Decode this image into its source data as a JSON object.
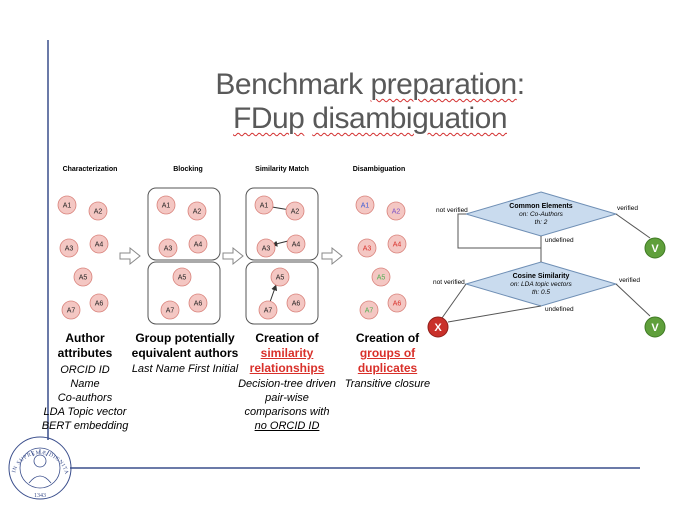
{
  "title": {
    "line1_a": "Benchmark ",
    "line1_b": "preparation",
    "line1_c": ":",
    "line2_a": "FDup",
    "line2_b": " ",
    "line2_c": "disambiguation"
  },
  "stages": [
    "Characterization",
    "Blocking",
    "Similarity Match",
    "Disambiguation"
  ],
  "nodes": [
    "A1",
    "A2",
    "A3",
    "A4",
    "A5",
    "A6",
    "A7"
  ],
  "captions": {
    "characterization": {
      "title_l1": "Author",
      "title_l2": "attributes",
      "items": [
        "ORCID ID",
        "Name",
        "Co-authors",
        "LDA Topic vector",
        "BERT embedding"
      ]
    },
    "blocking": {
      "title_l1": "Group potentially",
      "title_l2": "equivalent authors",
      "sub": "Last Name First Initial"
    },
    "similarity": {
      "title_l1": "Creation of",
      "title_l2": "similarity",
      "title_l3": "relationships",
      "sub1": "Decision-tree driven",
      "sub2": "pair-wise",
      "sub3": "comparisons with",
      "sub4": "no ORCID ID"
    },
    "disambiguation": {
      "title_l1": "Creation of",
      "title_l2": "groups of",
      "title_l3": "duplicates",
      "sub": "Transitive closure"
    }
  },
  "decision_tree": {
    "node1_title": "Common Elements",
    "node1_l2": "on: Co-Authors",
    "node1_l3": "th: 2",
    "node2_title": "Cosine Similarity",
    "node2_l2": "on: LDA topic vectors",
    "node2_l3": "th: 0.5",
    "not_verified": "not verified",
    "verified": "verified",
    "undefined": "undefined",
    "yes": "V",
    "no": "X"
  },
  "colors": {
    "node_fill": "#f4c7c3",
    "node_stroke": "#d9827b",
    "diamond_fill": "#c9dbee",
    "diamond_stroke": "#6f8fb5",
    "v_fill": "#5f9f3b",
    "x_fill": "#c9302a",
    "dis_a1": "#3b5bd6",
    "dis_a2": "#7a52c7",
    "dis_red": "#d9302a",
    "dis_green": "#4caf50",
    "accent_red": "#d9302a"
  }
}
